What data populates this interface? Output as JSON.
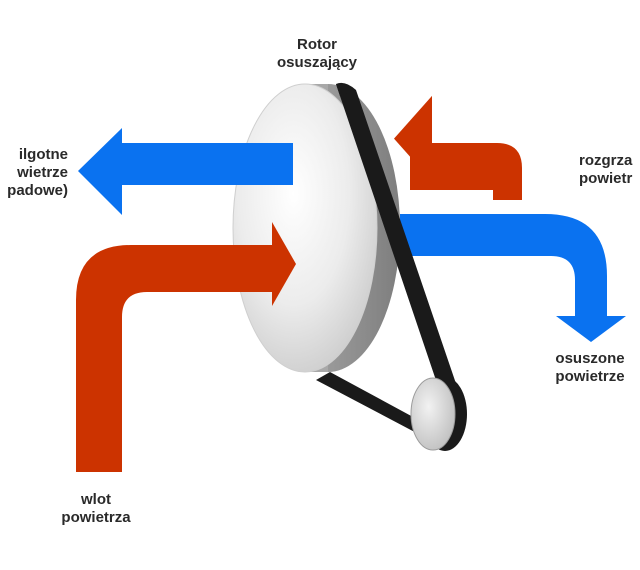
{
  "colors": {
    "hot": "#cc3300",
    "cool": "#0a72f0",
    "belt": "#1a1a1a",
    "rotor_face": "#e9e9e9",
    "rotor_edge": "#9a9a9a",
    "text": "#2a2a2a"
  },
  "labels": {
    "rotor": [
      "Rotor",
      "osuszający"
    ],
    "wet_air": [
      "ilgotne",
      "wietrze",
      "padowe)"
    ],
    "heated_air": [
      "rozgrza",
      "powietr"
    ],
    "dried_air": [
      "osuszone",
      "powietrze"
    ],
    "inlet_air": [
      "wlot",
      "powietrza"
    ]
  }
}
